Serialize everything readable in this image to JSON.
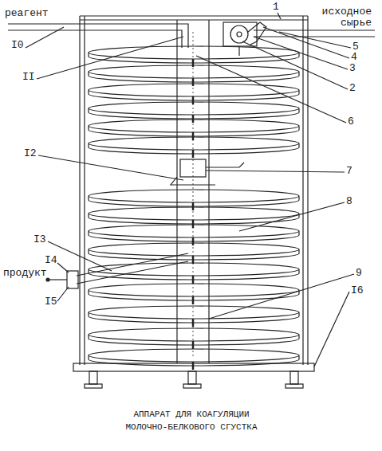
{
  "diagram": {
    "caption": "АППАРАТ ДЛЯ КОАГУЛЯЦИИ МОЛОЧНО-БЕЛКОВОГО СГУСТКА",
    "labels": [
      "реагент",
      "исходное сырье",
      "1",
      "5",
      "4",
      "3",
      "2",
      "6",
      "7",
      "8",
      "9",
      "I6",
      "I0",
      "II",
      "I2",
      "I3",
      "I4",
      "продукт",
      "I5"
    ]
  }
}
